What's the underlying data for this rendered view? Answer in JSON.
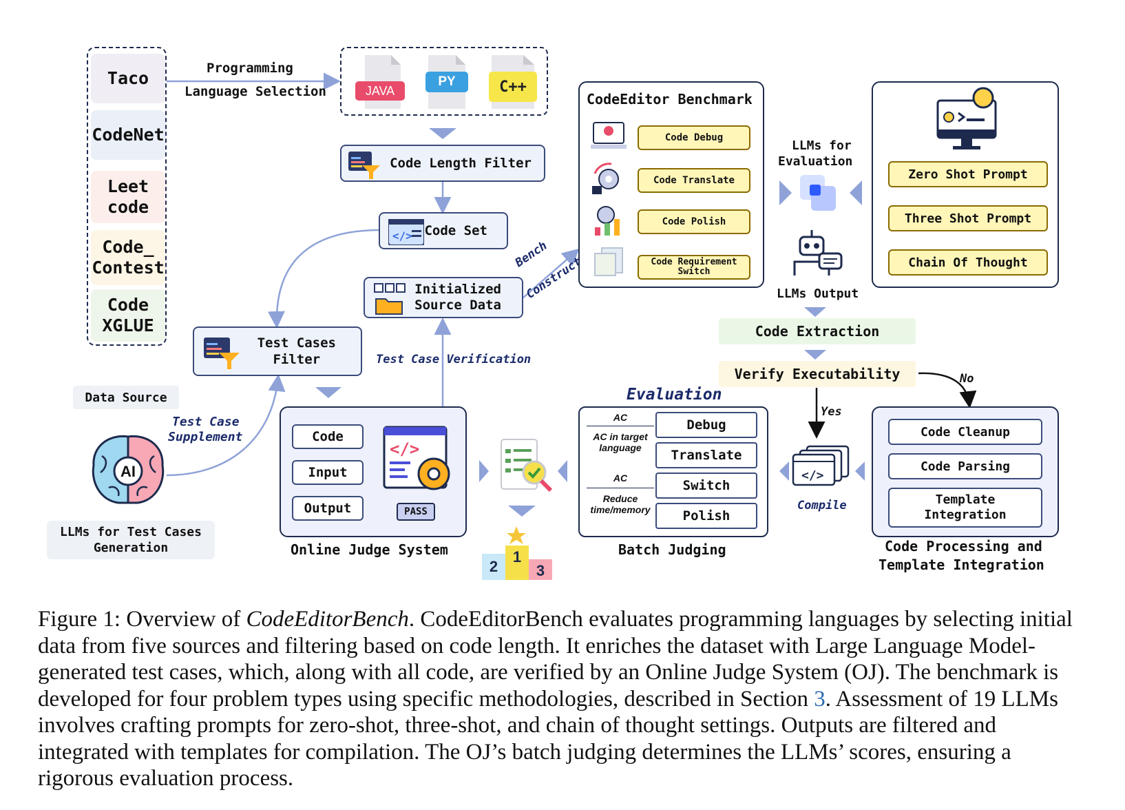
{
  "sources": [
    "Taco",
    "CodeNet",
    "Leet code",
    "Code_ Contest",
    "Code XGLUE"
  ],
  "labels": {
    "prog_sel_1": "Programming",
    "prog_sel_2": "Language Selection",
    "java": "JAVA",
    "py": "PY",
    "cpp": "C++",
    "code_length_filter": "Code Length Filter",
    "code_set": "Code Set",
    "init_source_1": "Initialized",
    "init_source_2": "Source Data",
    "bench": "Bench",
    "construct": "Construct",
    "test_cases_filter_1": "Test Cases",
    "test_cases_filter_2": "Filter",
    "test_case_verification": "Test Case Verification",
    "data_source": "Data Source",
    "test_case_supplement_1": "Test Case",
    "test_case_supplement_2": "Supplement",
    "llms_tc_gen_1": "LLMs for Test Cases",
    "llms_tc_gen_2": "Generation",
    "ai": "AI",
    "oj_code": "Code",
    "oj_input": "Input",
    "oj_output": "Output",
    "pass": "PASS",
    "online_judge_system": "Online Judge System",
    "benchmark_title": "CodeEditor Benchmark",
    "code_debug": "Code Debug",
    "code_translate": "Code Translate",
    "code_polish": "Code Polish",
    "code_req_switch_1": "Code Requirement",
    "code_req_switch_2": "Switch",
    "llms_for_eval_1": "LLMs for",
    "llms_for_eval_2": "Evaluation",
    "llms_output": "LLMs Output",
    "zero_shot": "Zero Shot Prompt",
    "three_shot": "Three Shot Prompt",
    "cot": "Chain Of Thought",
    "code_extraction": "Code Extraction",
    "verify_exec": "Verify Executability",
    "no": "No",
    "yes": "Yes",
    "compile": "Compile",
    "code_cleanup": "Code Cleanup",
    "code_parsing": "Code Parsing",
    "template_integration_1": "Template",
    "template_integration_2": "Integration",
    "code_proc_1": "Code Processing and",
    "code_proc_2": "Template Integration",
    "evaluation": "Evaluation",
    "ac1": "AC",
    "ac_target_1": "AC in target",
    "ac_target_2": "language",
    "ac2": "AC",
    "reduce_1": "Reduce",
    "reduce_2": "time/memory",
    "debug": "Debug",
    "translate": "Translate",
    "switch": "Switch",
    "polish": "Polish",
    "batch_judging": "Batch Judging",
    "podium_2": "2",
    "podium_1": "1",
    "podium_3": "3"
  },
  "caption": {
    "prefix": "Figure 1: Overview of ",
    "name": "CodeEditorBench",
    "text1": ". CodeEditorBench evaluates programming languages by selecting initial data from five sources and filtering based on code length. It enriches the dataset with Large Language Model-generated test cases, which, along with all code, are verified by an Online Judge System (OJ). The benchmark is developed for four problem types using specific methodologies, described in Section ",
    "ref": "3",
    "text2": ". Assessment of 19 LLMs involves crafting prompts for zero-shot, three-shot, and chain of thought settings. Outputs are filtered and integrated with templates for compilation. The OJ’s batch judging determines the LLMs’ scores, ensuring a rigorous evaluation process."
  },
  "colors": {
    "navy": "#1d2a4d",
    "arrow": "#8ea2d8",
    "yellow": "#fff6b8",
    "green_bg": "#eaf7e6",
    "cream_bg": "#fdf6e0"
  }
}
